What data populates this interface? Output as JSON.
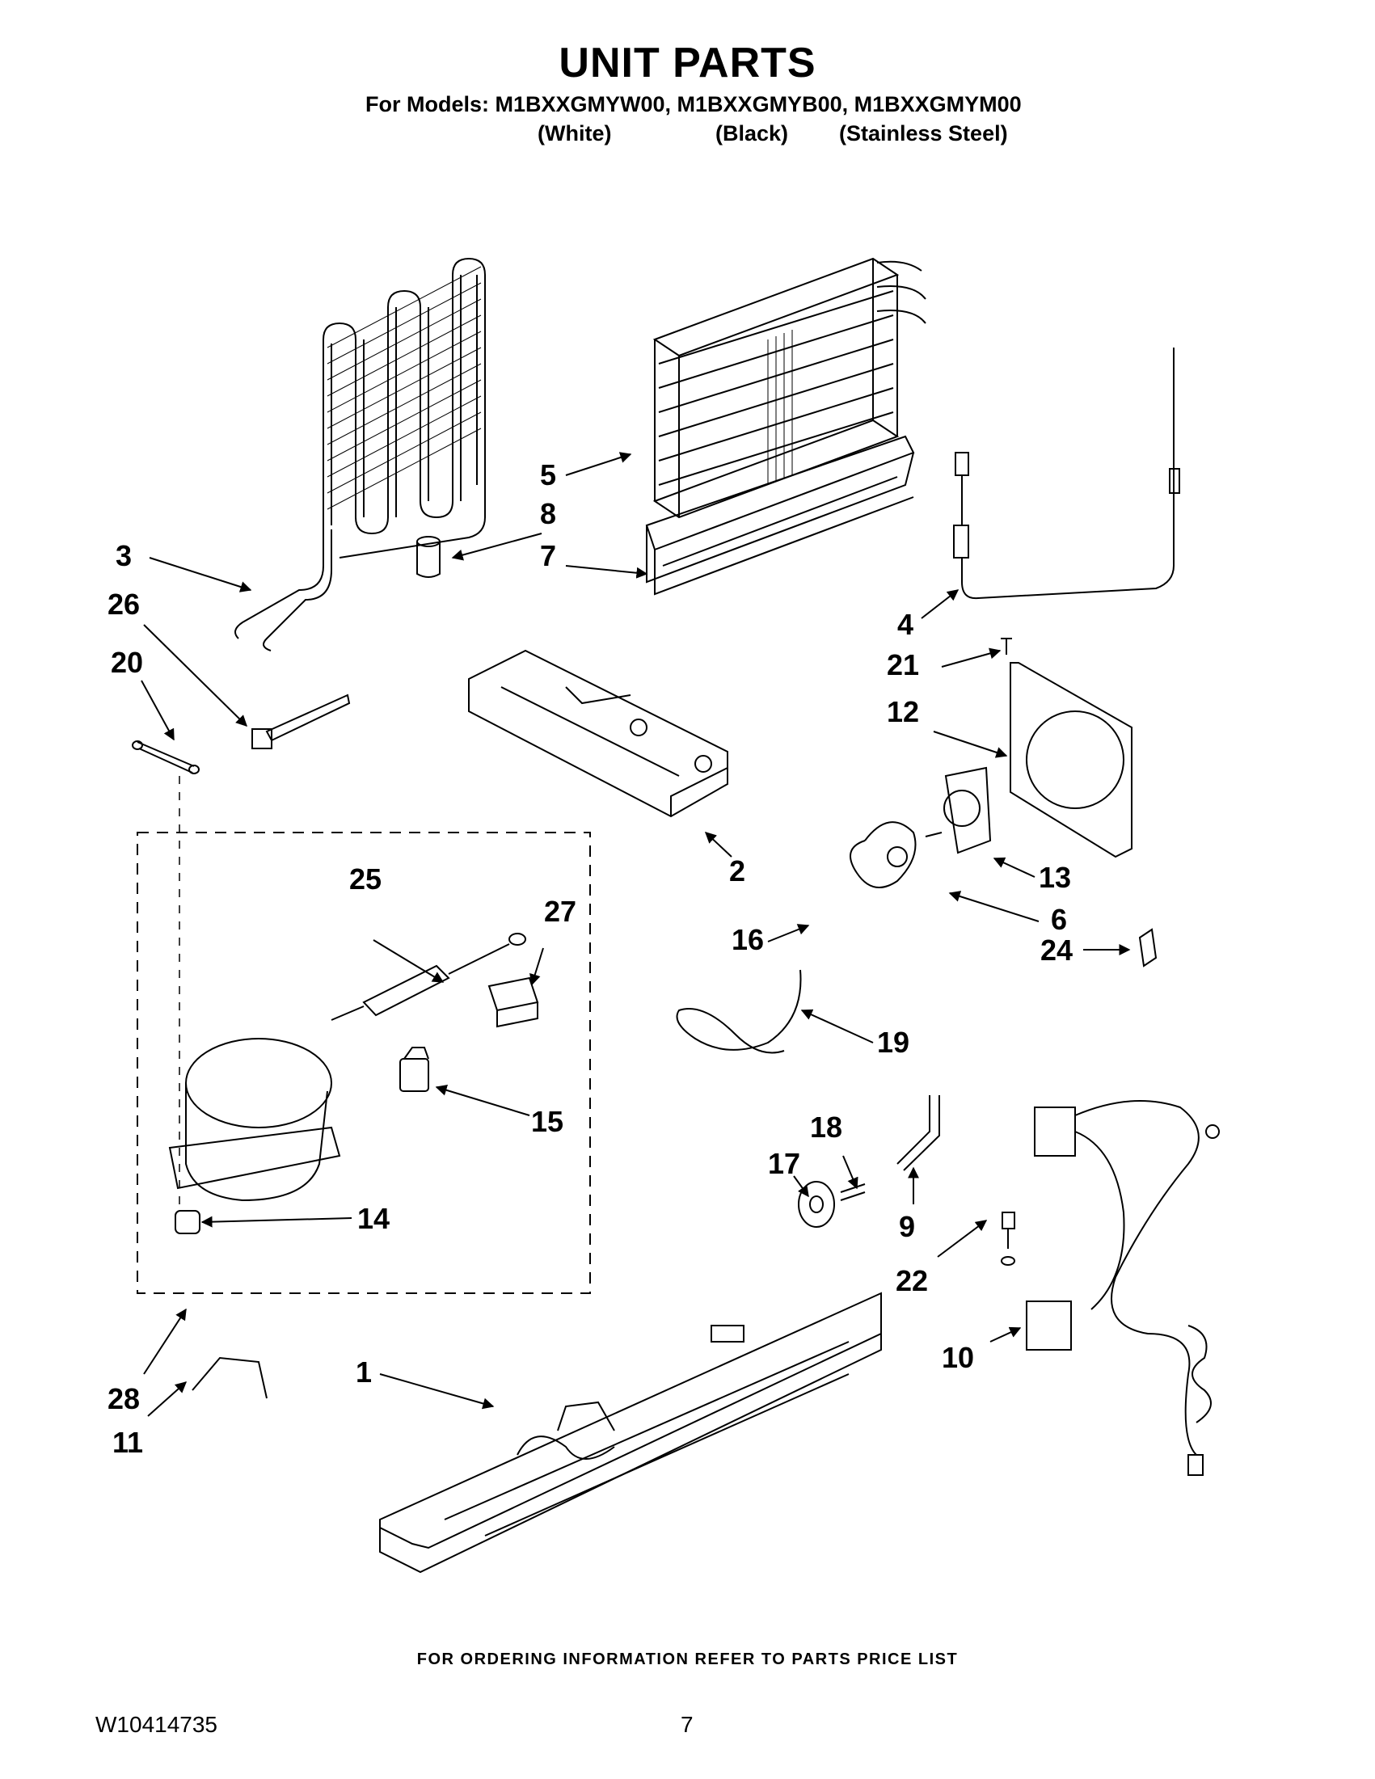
{
  "header": {
    "title": "UNIT PARTS",
    "models_line": "For Models: M1BXXGMYW00, M1BXXGMYB00, M1BXXGMYM00",
    "variants": [
      "(White)",
      "(Black)",
      "(Stainless Steel)"
    ]
  },
  "callouts": {
    "c1": "1",
    "c2": "2",
    "c3": "3",
    "c4": "4",
    "c5": "5",
    "c6": "6",
    "c7": "7",
    "c8": "8",
    "c9": "9",
    "c10": "10",
    "c11": "11",
    "c12": "12",
    "c13": "13",
    "c14": "14",
    "c15": "15",
    "c16": "16",
    "c17": "17",
    "c18": "18",
    "c19": "19",
    "c20": "20",
    "c21": "21",
    "c22": "22",
    "c24": "24",
    "c25": "25",
    "c26": "26",
    "c27": "27",
    "c28": "28"
  },
  "footer": {
    "ordering_note": "FOR ORDERING INFORMATION REFER TO PARTS PRICE LIST",
    "document_number": "W10414735",
    "page_number": "7"
  }
}
